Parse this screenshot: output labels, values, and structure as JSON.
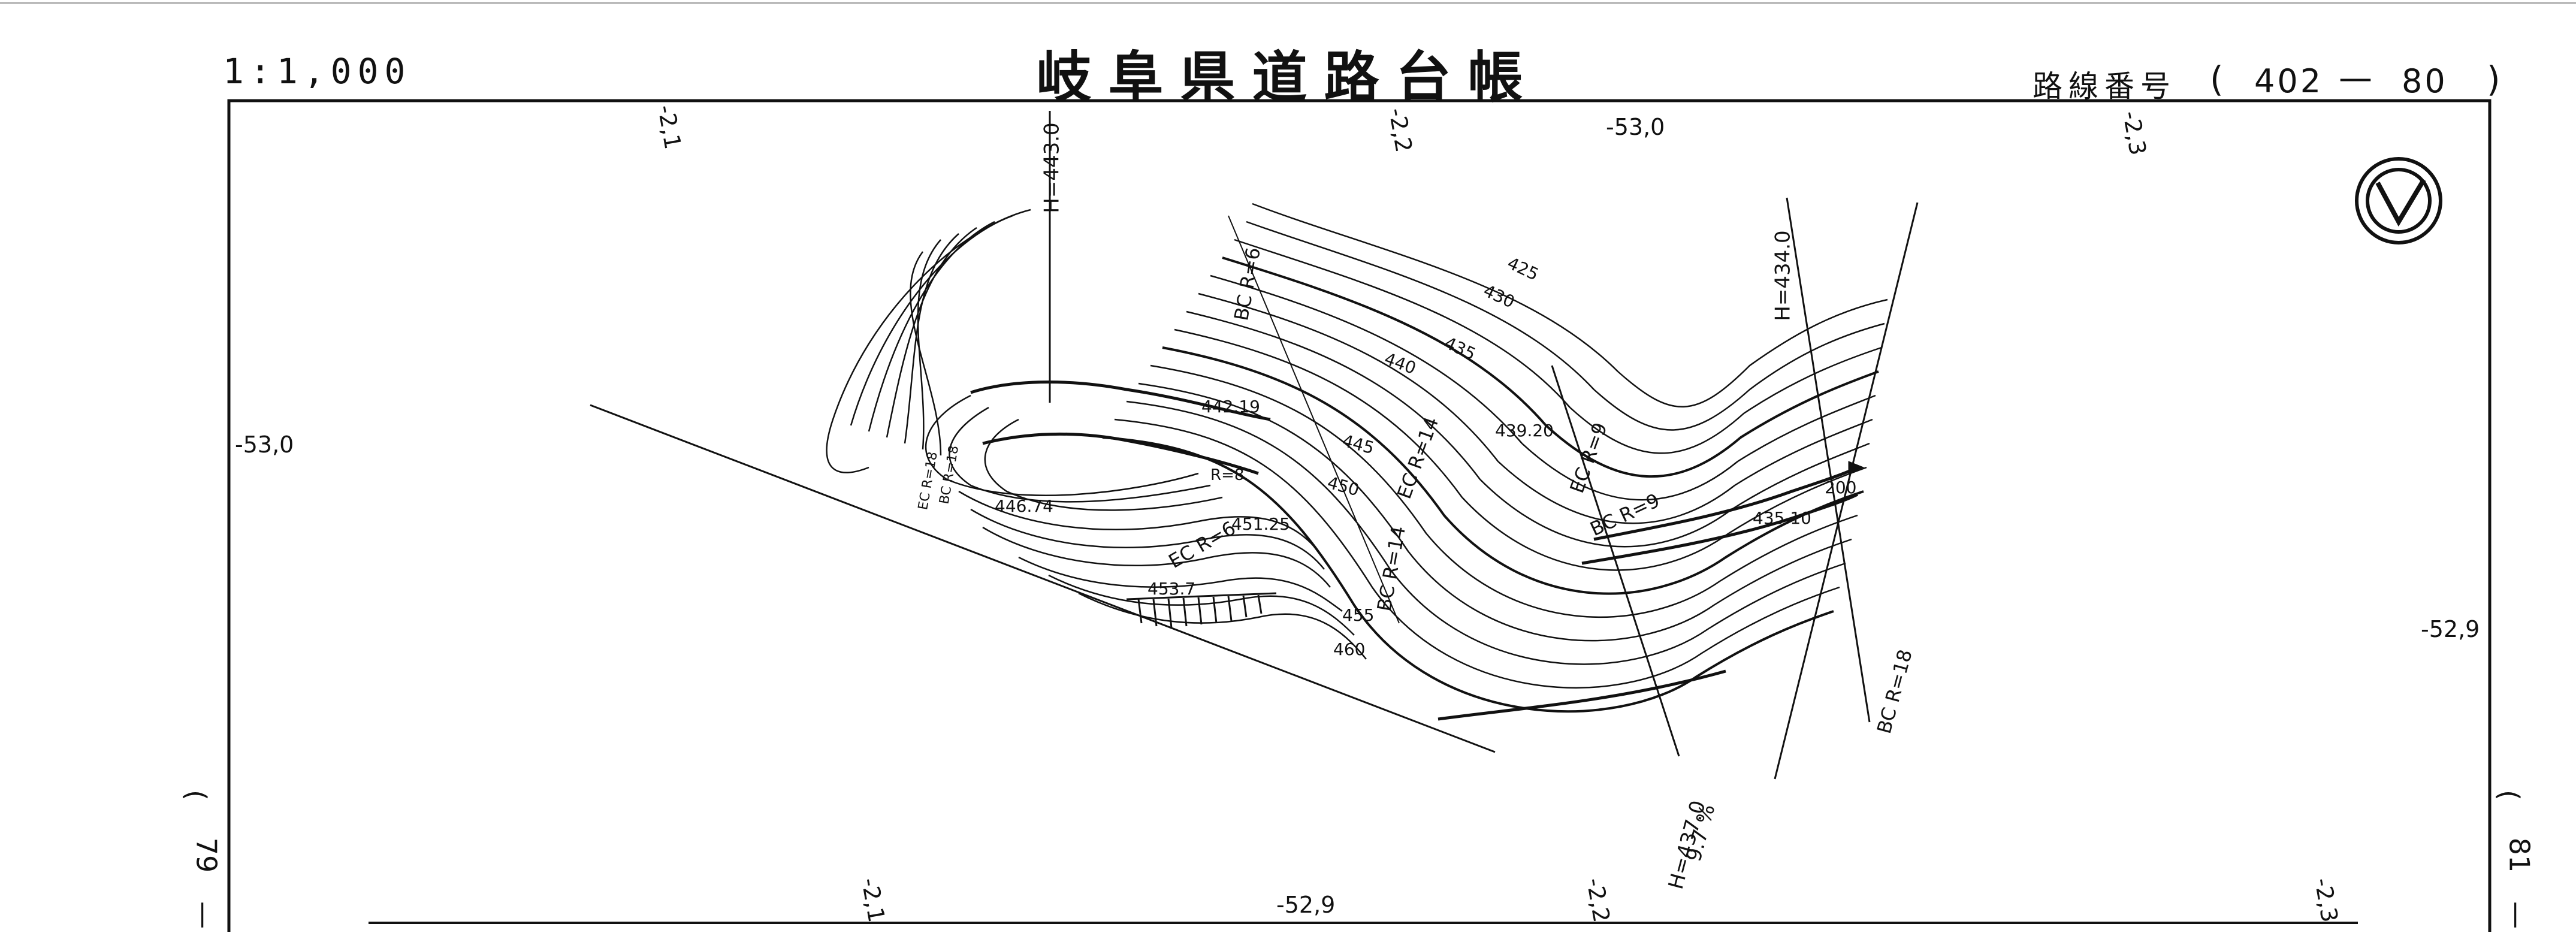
{
  "header": {
    "scale": "1:1,000",
    "title": "岐阜県道路台帳",
    "route_label": "路線番号",
    "route_open": "(",
    "route_number_a": "402",
    "route_dash": "—",
    "route_number_b": "80",
    "route_close": ")"
  },
  "sheet_left": {
    "open": "(",
    "number": "79",
    "dash": "—"
  },
  "sheet_right": {
    "open": "(",
    "number": "81",
    "dash": "—"
  },
  "grid_labels": {
    "top_1": "-2,1",
    "top_2": "-2,2",
    "top_3": "-53,0",
    "top_4": "-2,3",
    "left": "-53,0",
    "right": "-52,9",
    "bottom_1": "-2,1",
    "bottom_2": "-52,9",
    "bottom_3": "-2,2",
    "bottom_4": "-2,3"
  },
  "elevation_labels": {
    "h443": "H=443.0",
    "h434": "H=434.0",
    "h437": "H=437.0",
    "grade": "9.7 %",
    "c425": "425",
    "c430": "430",
    "c435": "435",
    "c440": "440",
    "c445": "445",
    "c450": "450",
    "c455": "455",
    "c460": "460",
    "p44219": "442.19",
    "p43920": "439.20",
    "p44674": "446.74",
    "p45125": "451.25",
    "p4537": "453.7",
    "p43510": "435.10",
    "p200": "200"
  },
  "curve_labels": {
    "bc_r6": "BC R=6",
    "bc_r14": "BC R=14",
    "ec_r14": "EC R=14",
    "ec_r9": "EC R=9",
    "bc_r9": "BC R=9",
    "bc_r18_right": "BC R=18",
    "ec_r6": "EC R=6",
    "r8": "R=8",
    "bc_r18_left": "BC R=18",
    "ec_r18_left": "EC R=18"
  },
  "north_arrow": {
    "icon": "north-arrow-icon"
  }
}
